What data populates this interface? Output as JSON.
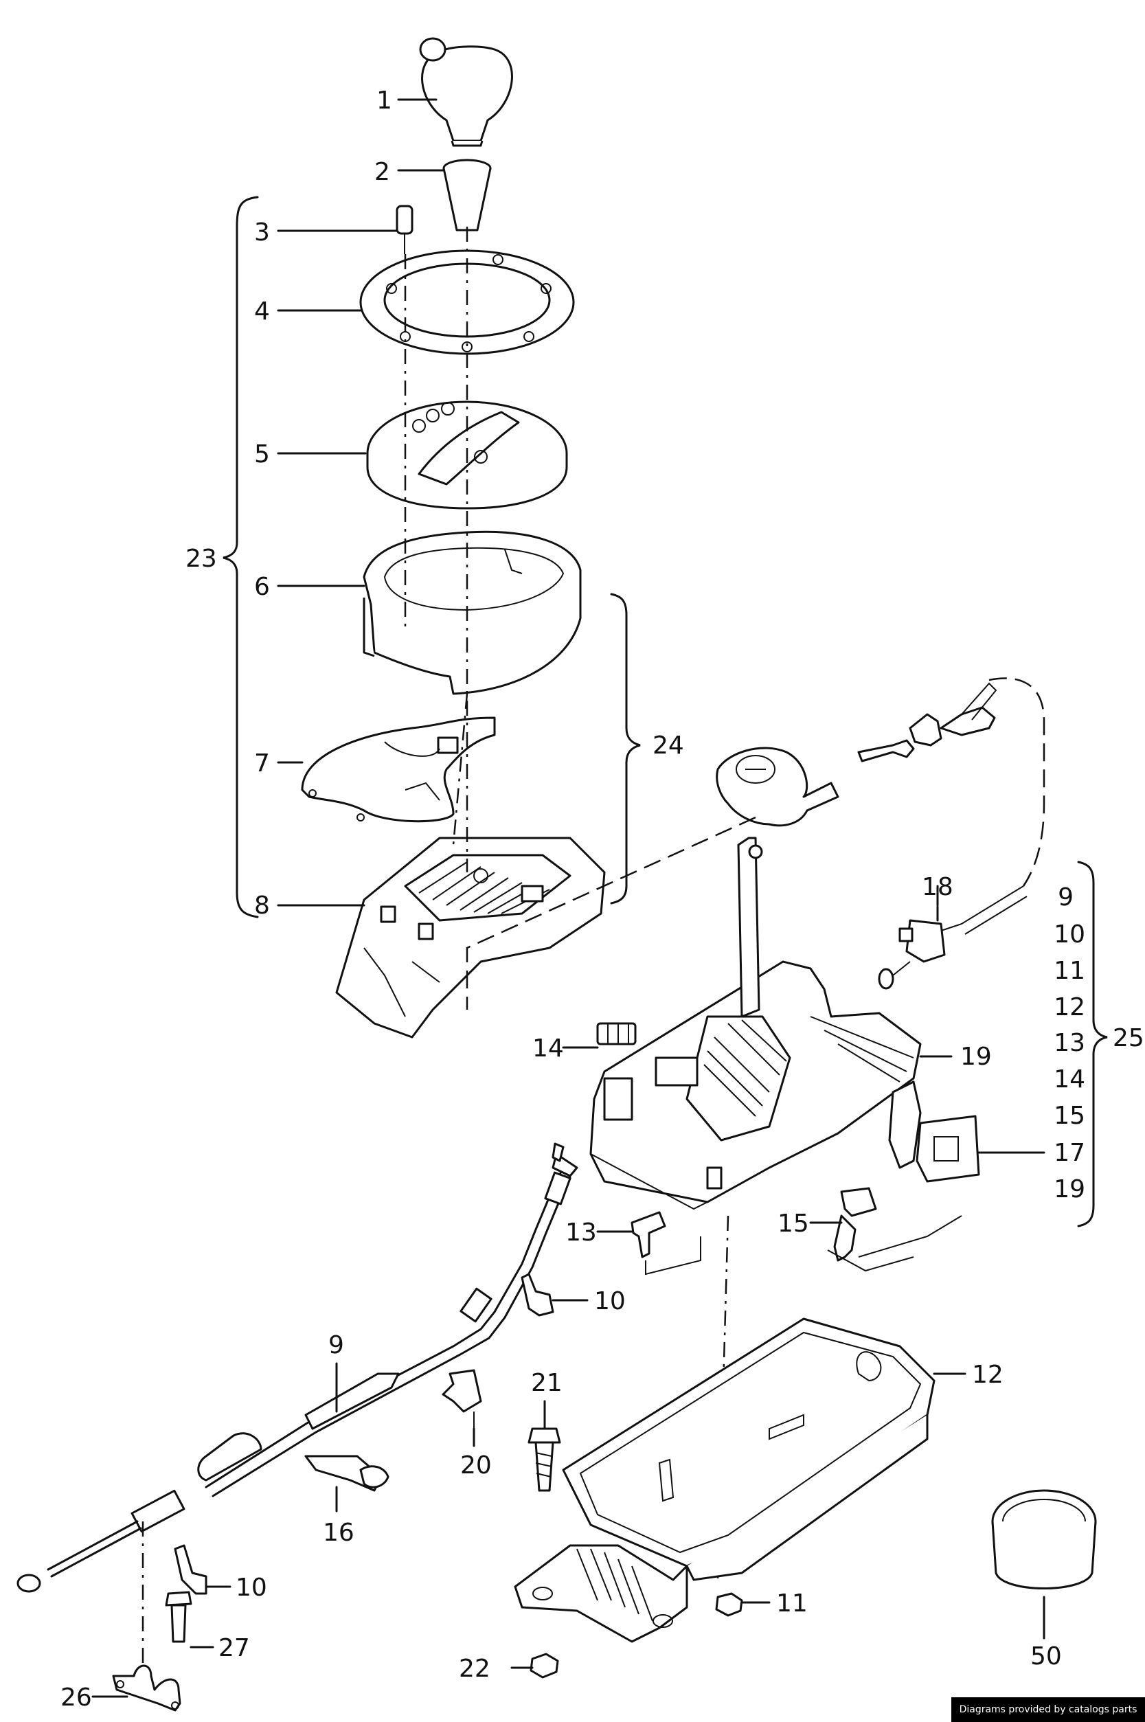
{
  "labels": {
    "l1": "1",
    "l2": "2",
    "l3": "3",
    "l4": "4",
    "l5": "5",
    "l6": "6",
    "l7": "7",
    "l8": "8",
    "l9": "9",
    "l10a": "10",
    "l10b": "10",
    "l11": "11",
    "l12": "12",
    "l13": "13",
    "l14": "14",
    "l15": "15",
    "l16": "16",
    "l18": "18",
    "l19": "19",
    "l20": "20",
    "l21": "21",
    "l22": "22",
    "l23": "23",
    "l24": "24",
    "l26": "26",
    "l27": "27",
    "l50": "50"
  },
  "group25": {
    "label": "25",
    "items": [
      "9",
      "10",
      "11",
      "12",
      "13",
      "14",
      "15",
      "17",
      "19"
    ]
  },
  "footer": {
    "credit": "Diagrams provided by catalogs parts"
  }
}
